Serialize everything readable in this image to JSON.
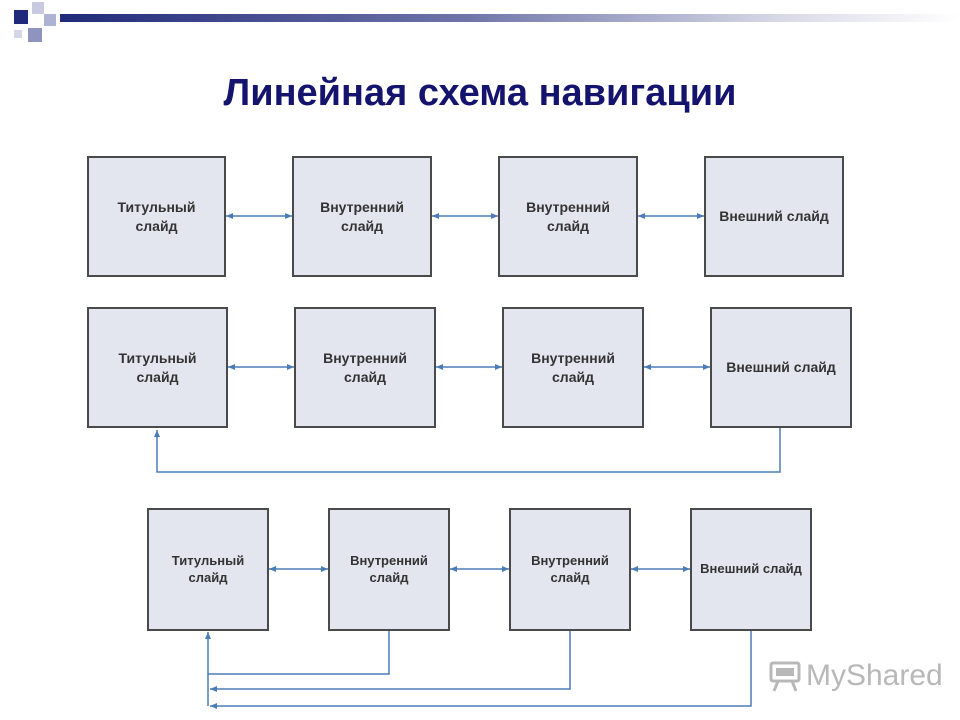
{
  "title": "Линейная схема навигации",
  "rows": [
    {
      "boxes": [
        {
          "label": "Титульный\nслайд"
        },
        {
          "label": "Внутренний\nслайд"
        },
        {
          "label": "Внутренний\nслайд"
        },
        {
          "label": "Внешний слайд"
        }
      ]
    },
    {
      "boxes": [
        {
          "label": "Титульный\nслайд"
        },
        {
          "label": "Внутренний\nслайд"
        },
        {
          "label": "Внутренний\nслайд"
        },
        {
          "label": "Внешний слайд"
        }
      ]
    },
    {
      "boxes": [
        {
          "label": "Титульный\nслайд"
        },
        {
          "label": "Внутренний\nслайд"
        },
        {
          "label": "Внутренний\nслайд"
        },
        {
          "label": "Внешний слайд"
        }
      ]
    }
  ],
  "logo": {
    "text": "MyShared"
  },
  "colors": {
    "title": "#14146e",
    "box_fill": "#e3e6ee",
    "connector": "#4a7db5"
  }
}
